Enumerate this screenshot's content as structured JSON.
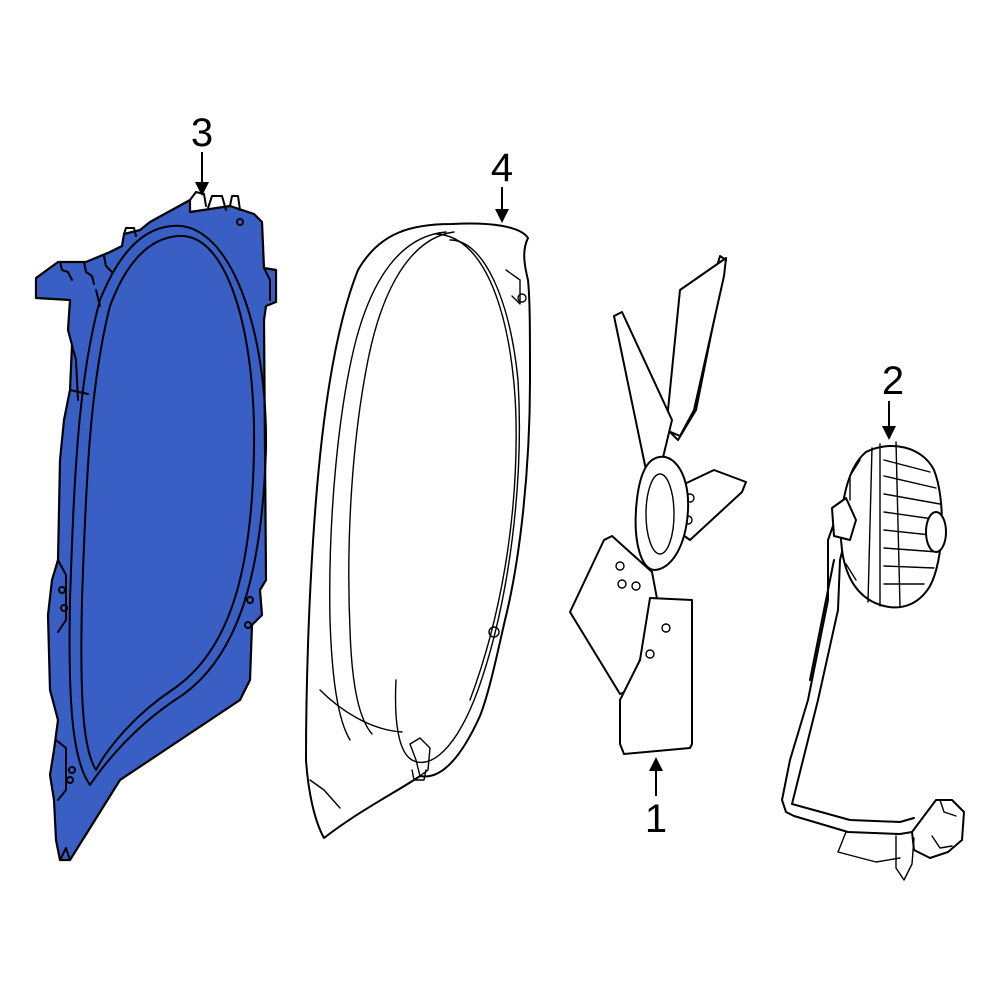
{
  "callouts": {
    "fan_blade": "1",
    "fan_clutch": "2",
    "fan_shroud": "3",
    "shroud_ring": "4"
  },
  "colors": {
    "highlight": "#3a5fc4",
    "line": "#000000",
    "background": "#ffffff"
  }
}
